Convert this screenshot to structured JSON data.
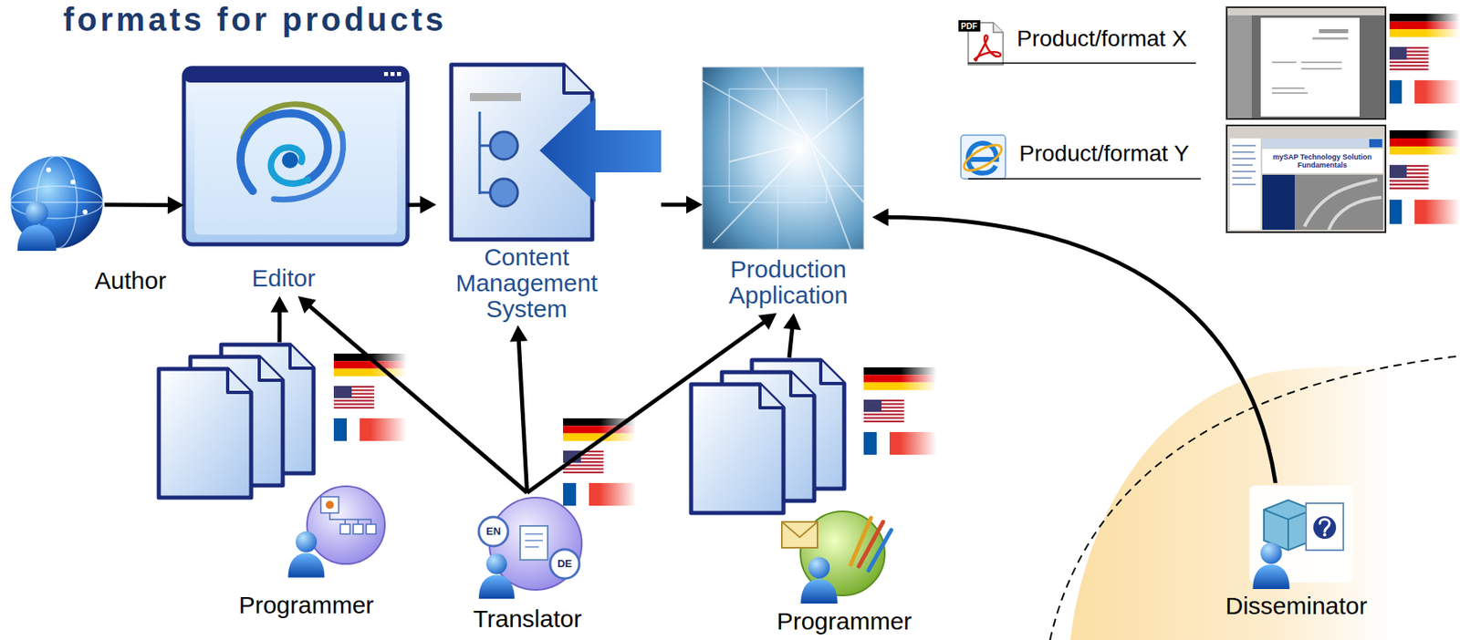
{
  "diagram": {
    "title": "formats for products",
    "nodes": [
      {
        "text": [
          "Author"
        ]
      },
      {
        "text": [
          "Editor"
        ]
      },
      {
        "text": [
          "Content Management System"
        ]
      },
      {
        "text": [
          "Production Application"
        ]
      },
      {
        "text": [
          "Product/format X"
        ]
      },
      {
        "text": [
          "Product/format Y"
        ]
      },
      {
        "text": [
          "Programmer"
        ]
      },
      {
        "text": [
          "Translator"
        ]
      },
      {
        "text": [
          "Programmer"
        ]
      },
      {
        "text": [
          "Disseminator"
        ]
      }
    ],
    "edges": [
      {
        "from": 0,
        "to": 1,
        "arrow": "to"
      },
      {
        "from": 1,
        "to": 2,
        "arrow": "to"
      },
      {
        "from": 2,
        "to": 3,
        "arrow": "to"
      },
      {
        "from": 6,
        "to": 1,
        "arrow": "to"
      },
      {
        "from": 7,
        "to": 1,
        "arrow": "to"
      },
      {
        "from": 7,
        "to": 2,
        "arrow": "to"
      },
      {
        "from": 7,
        "to": 3,
        "arrow": "to"
      },
      {
        "from": 8,
        "to": 3,
        "arrow": "to"
      },
      {
        "from": 9,
        "to": 3,
        "arrow": "to"
      }
    ],
    "labels": [
      "PDF",
      "EN",
      "DE",
      "mySAP Technology Solution Fundamentals"
    ]
  }
}
